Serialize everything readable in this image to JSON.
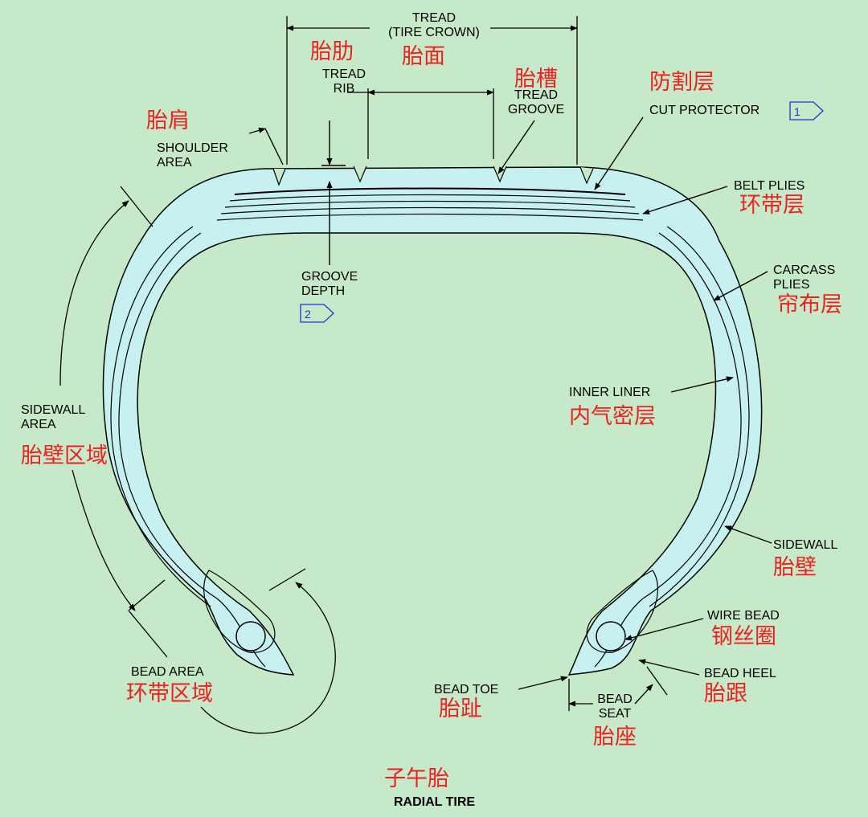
{
  "diagram": {
    "title_zh": "子午胎",
    "title_en": "RADIAL TIRE",
    "colors": {
      "background": "#c6e9c9",
      "tire_fill": "#c7f0f0",
      "line": "#000000",
      "chinese_label": "#ee2020",
      "note_tag": "#2233cc"
    },
    "labels": {
      "tread": "TREAD\n(TIRE CROWN)",
      "tread_zh": "胎面",
      "tread_rib": "TREAD\nRIB",
      "tread_rib_zh": "胎肋",
      "tread_groove": "TREAD\nGROOVE",
      "tread_groove_zh": "胎槽",
      "cut_protector": "CUT PROTECTOR",
      "cut_protector_zh": "防割层",
      "cut_protector_note": "1",
      "shoulder_area": "SHOULDER\nAREA",
      "shoulder_area_zh": "胎肩",
      "belt_plies": "BELT PLIES",
      "belt_plies_zh": "环带层",
      "groove_depth": "GROOVE\nDEPTH",
      "groove_depth_note": "2",
      "carcass_plies": "CARCASS\nPLIES",
      "carcass_plies_zh": "帘布层",
      "inner_liner": "INNER LINER",
      "inner_liner_zh": "内气密层",
      "sidewall_area": "SIDEWALL\nAREA",
      "sidewall_area_zh": "胎壁区域",
      "sidewall": "SIDEWALL",
      "sidewall_zh": "胎壁",
      "wire_bead": "WIRE BEAD",
      "wire_bead_zh": "钢丝圈",
      "bead_heel": "BEAD HEEL",
      "bead_heel_zh": "胎跟",
      "bead_toe": "BEAD TOE",
      "bead_toe_zh": "胎趾",
      "bead_seat": "BEAD\nSEAT",
      "bead_seat_zh": "胎座",
      "bead_area": "BEAD AREA",
      "bead_area_zh": "环带区域"
    }
  }
}
